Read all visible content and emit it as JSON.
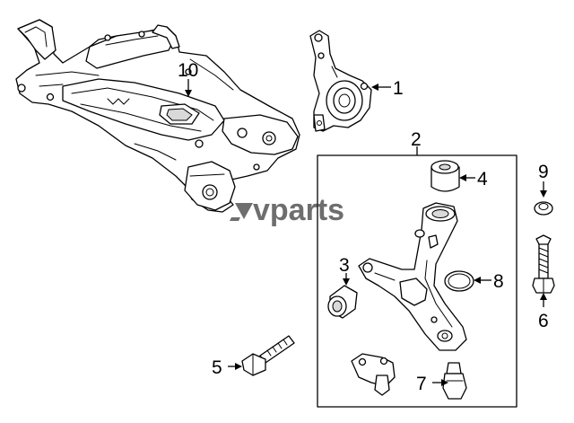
{
  "watermark": {
    "text": "vparts"
  },
  "callouts": {
    "c1": "1",
    "c2": "2",
    "c3": "3",
    "c4": "4",
    "c5": "5",
    "c6": "6",
    "c7": "7",
    "c8": "8",
    "c9": "9",
    "c10": "10"
  },
  "parts": [
    {
      "callout": "1",
      "icon": "steering-knuckle-icon"
    },
    {
      "callout": "2",
      "icon": "lower-control-arm-group-frame"
    },
    {
      "callout": "3",
      "icon": "bushing-icon"
    },
    {
      "callout": "4",
      "icon": "bushing-icon"
    },
    {
      "callout": "5",
      "icon": "bolt-icon"
    },
    {
      "callout": "6",
      "icon": "bolt-icon"
    },
    {
      "callout": "7",
      "icon": "ball-joint-icon"
    },
    {
      "callout": "8",
      "icon": "seal-ring-icon"
    },
    {
      "callout": "9",
      "icon": "washer-icon"
    },
    {
      "callout": "10",
      "icon": "subframe-icon"
    }
  ]
}
